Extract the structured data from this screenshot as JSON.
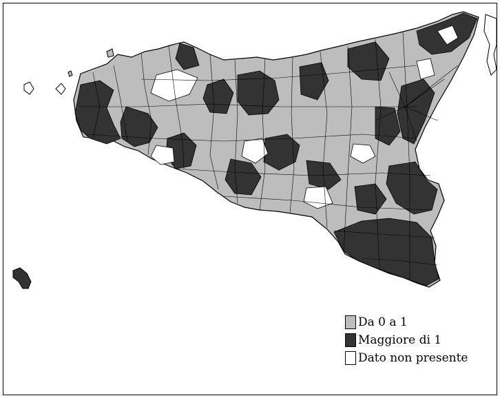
{
  "map": {
    "colors": {
      "low": "#bdbdbd",
      "high": "#333333",
      "none": "#ffffff",
      "border": "#000000"
    }
  },
  "legend": {
    "items": [
      {
        "label": "Da 0 a 1",
        "color": "#bdbdbd"
      },
      {
        "label": "Maggiore di 1",
        "color": "#333333"
      },
      {
        "label": "Dato non presente",
        "color": "#ffffff"
      }
    ]
  }
}
